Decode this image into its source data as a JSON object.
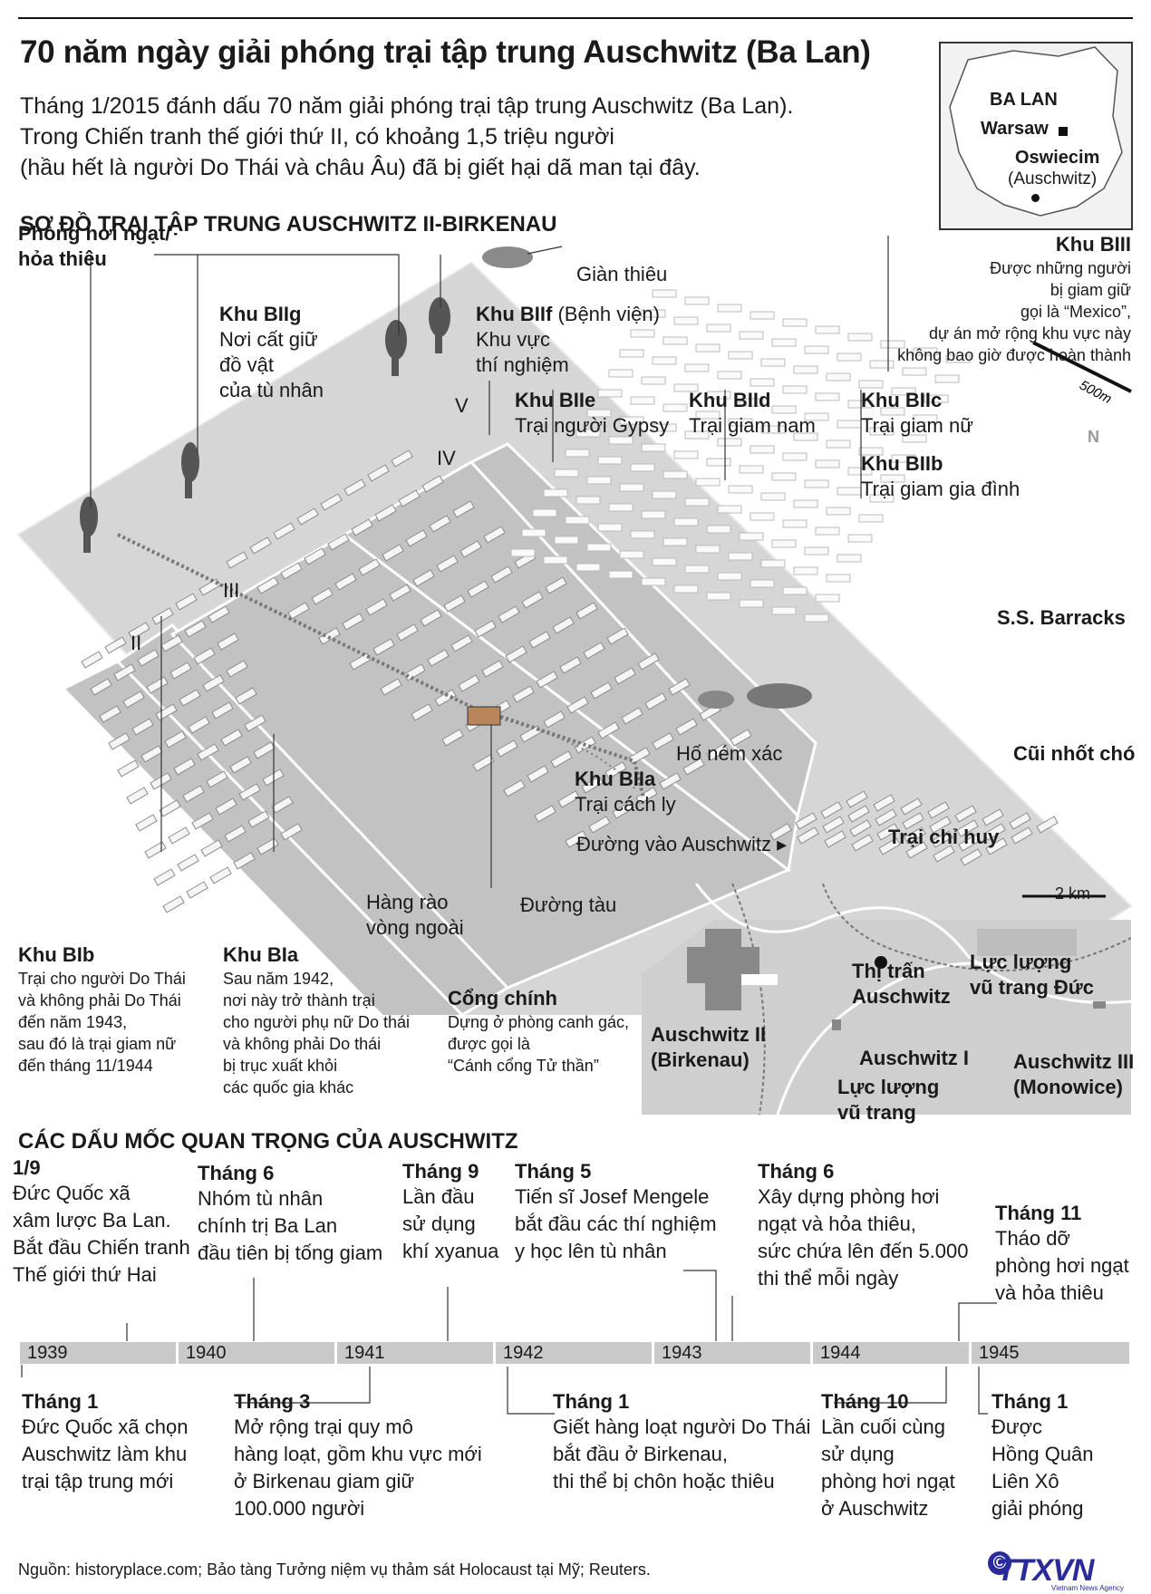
{
  "title": "70 năm ngày giải phóng trại tập trung Auschwitz (Ba Lan)",
  "intro": [
    "Tháng 1/2015 đánh dấu 70 năm giải phóng trại tập trung Auschwitz (Ba Lan).",
    "Trong Chiến tranh thế giới thứ II, có khoảng 1,5 triệu người",
    "(hầu hết là người Do Thái và châu Âu) đã bị giết hại dã man tại đây."
  ],
  "inset_map": {
    "country": "BA LAN",
    "capital": "Warsaw",
    "city": "Oswiecim",
    "city_sub": "(Auschwitz)"
  },
  "map_section_title": "SƠ ĐỒ TRẠI TẬP TRUNG AUSCHWITZ II-BIRKENAU",
  "map_labels": {
    "gas_chamber": [
      "Phòng hơi ngạt/",
      "hỏa thiêu"
    ],
    "pyre": "Giàn thiêu",
    "bIIg": {
      "name": "Khu BIIg",
      "desc": [
        "Nơi cất giữ",
        "đồ vật",
        "của tù nhân"
      ]
    },
    "bIIf": {
      "name": "Khu BIIf",
      "name_suffix": " (Bệnh viện)",
      "desc": [
        "Khu vực",
        "thí nghiệm"
      ]
    },
    "bIIe": {
      "name": "Khu BIIe",
      "desc": "Trại người Gypsy"
    },
    "bIId": {
      "name": "Khu BIId",
      "desc": "Trại giam nam"
    },
    "bIIc": {
      "name": "Khu BIIc",
      "desc": "Trại giam nữ"
    },
    "bIIb": {
      "name": "Khu BIIb",
      "desc": "Trại giam gia đình"
    },
    "bIII": {
      "name": "Khu BIII",
      "desc": [
        "Được những người",
        "bị giam giữ",
        "gọi là “Mexico”,",
        "dự án mở rộng khu vực này",
        "không bao giờ được hoàn thành"
      ]
    },
    "scale": "500m",
    "crematoria": [
      "II",
      "III",
      "IV",
      "V"
    ],
    "ss_barracks": "S.S. Barracks",
    "dog_kennel": "Cũi nhốt chó",
    "commandant": "Trại chỉ huy",
    "pits": "Hố ném xác",
    "bIIa": {
      "name": "Khu BIIa",
      "desc": "Trại cách ly"
    },
    "road": "Đường vào Auschwitz",
    "railway": "Đường tàu",
    "fence": [
      "Hàng rào",
      "vòng ngoài"
    ],
    "bIb": {
      "name": "Khu BIb",
      "desc": [
        "Trại cho người Do Thái",
        "và không phải Do Thái",
        "đến năm 1943,",
        "sau đó là trại giam nữ",
        "đến tháng 11/1944"
      ]
    },
    "bIa": {
      "name": "Khu BIa",
      "desc": [
        "Sau năm 1942,",
        "nơi này trở thành trại",
        "cho người phụ nữ Do thái",
        "và không phải Do thái",
        "bị trục xuất khỏi",
        "các quốc gia khác"
      ]
    },
    "gate": {
      "name": "Cổng chính",
      "desc": [
        "Dựng ở phòng canh gác,",
        "được gọi là",
        "“Cánh cổng Tử thần”"
      ]
    }
  },
  "area_map": {
    "scale": "2 km",
    "town": [
      "Thị trấn",
      "Auschwitz"
    ],
    "german_forces": [
      "Lực lượng",
      "vũ trang Đức"
    ],
    "a2": [
      "Auschwitz II",
      "(Birkenau)"
    ],
    "a1": "Auschwitz I",
    "armed": [
      "Lực lượng",
      "vũ trang"
    ],
    "a3": [
      "Auschwitz III",
      "(Monowice)"
    ]
  },
  "timeline": {
    "title": "CÁC DẤU MỐC QUAN TRỌNG CỦA AUSCHWITZ",
    "years": [
      "1939",
      "1940",
      "1941",
      "1942",
      "1943",
      "1944",
      "1945"
    ],
    "above": [
      {
        "title": "1/9",
        "text": [
          "Đức Quốc xã",
          "xâm lược Ba Lan.",
          "Bắt đầu Chiến tranh",
          "Thế giới thứ Hai"
        ]
      },
      {
        "title": "Tháng 6",
        "text": [
          "Nhóm tù nhân",
          "chính trị Ba Lan",
          "đầu tiên bị tống giam"
        ]
      },
      {
        "title": "Tháng 9",
        "text": [
          "Lần đầu",
          "sử dụng",
          "khí xyanua"
        ]
      },
      {
        "title": "Tháng 5",
        "text": [
          "Tiến sĩ Josef Mengele",
          "bắt đầu các thí nghiệm",
          "y học lên tù nhân"
        ]
      },
      {
        "title": "Tháng 6",
        "text": [
          "Xây dựng phòng hơi",
          "ngạt và hỏa thiêu,",
          "sức chứa lên đến 5.000",
          "thi thể mỗi ngày"
        ]
      },
      {
        "title": "Tháng 11",
        "text": [
          "Tháo dỡ",
          "phòng hơi ngạt",
          "và hỏa thiêu"
        ]
      }
    ],
    "below": [
      {
        "title": "Tháng 1",
        "text": [
          "Đức Quốc xã chọn",
          "Auschwitz làm khu",
          "trại tập trung mới"
        ]
      },
      {
        "title": "Tháng 3",
        "text": [
          "Mở rộng trại quy mô",
          "hàng loạt, gồm khu vực mới",
          "ở Birkenau giam giữ",
          "100.000 người"
        ]
      },
      {
        "title": "Tháng 1",
        "text": [
          "Giết hàng loạt người Do Thái",
          "bắt đầu ở Birkenau,",
          "thi thể bị chôn hoặc thiêu"
        ]
      },
      {
        "title": "Tháng 10",
        "text": [
          "Lần cuối cùng",
          "sử dụng",
          "phòng hơi ngạt",
          "ở Auschwitz"
        ]
      },
      {
        "title": "Tháng 1",
        "text": [
          "Được",
          "Hồng Quân",
          "Liên Xô",
          "giải phóng"
        ]
      }
    ]
  },
  "source": "Nguồn: historyplace.com; Bảo tàng Tưởng niệm vụ thảm sát Holocaust tại Mỹ; Reuters.",
  "logo": "TTXVN",
  "logo_sub": "Vietnam News Agency",
  "copyright": "©"
}
